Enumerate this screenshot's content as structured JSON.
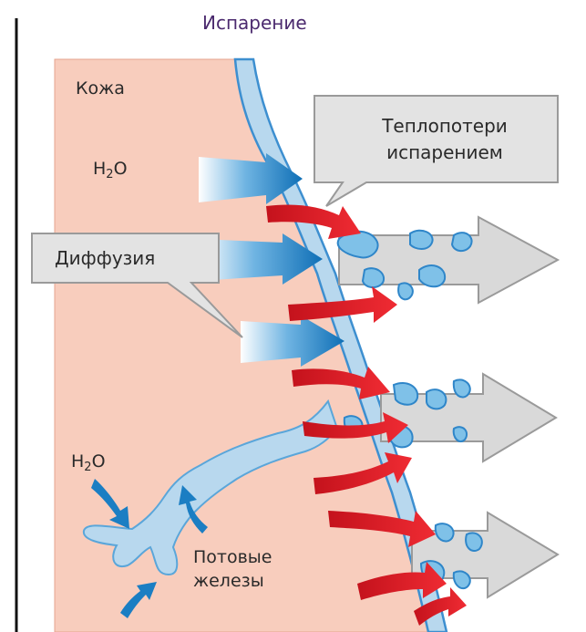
{
  "title": "Испарение",
  "labels": {
    "skin": "Кожа",
    "water_top_base": "H",
    "water_top_sub": "2",
    "water_top_tail": "O",
    "heat_loss_line1": "Теплопотери",
    "heat_loss_line2": "испарением",
    "diffusion": "Диффузия",
    "water_bottom_base": "H",
    "water_bottom_sub": "2",
    "water_bottom_tail": "O",
    "glands_line1": "Потовые",
    "glands_line2": "железы"
  },
  "colors": {
    "skin": "#f8cdbd",
    "skin_edge": "#e4a48f",
    "epidermis": "#b8d8ee",
    "epidermis_edge": "#3d8fd0",
    "diffusion_arrow": "#1b7ec3",
    "heat_arrow": "#e8222b",
    "vapor_arrow": "#d9d9d9",
    "droplet": "#7fc1e8",
    "title_text": "#4b2a6e"
  }
}
